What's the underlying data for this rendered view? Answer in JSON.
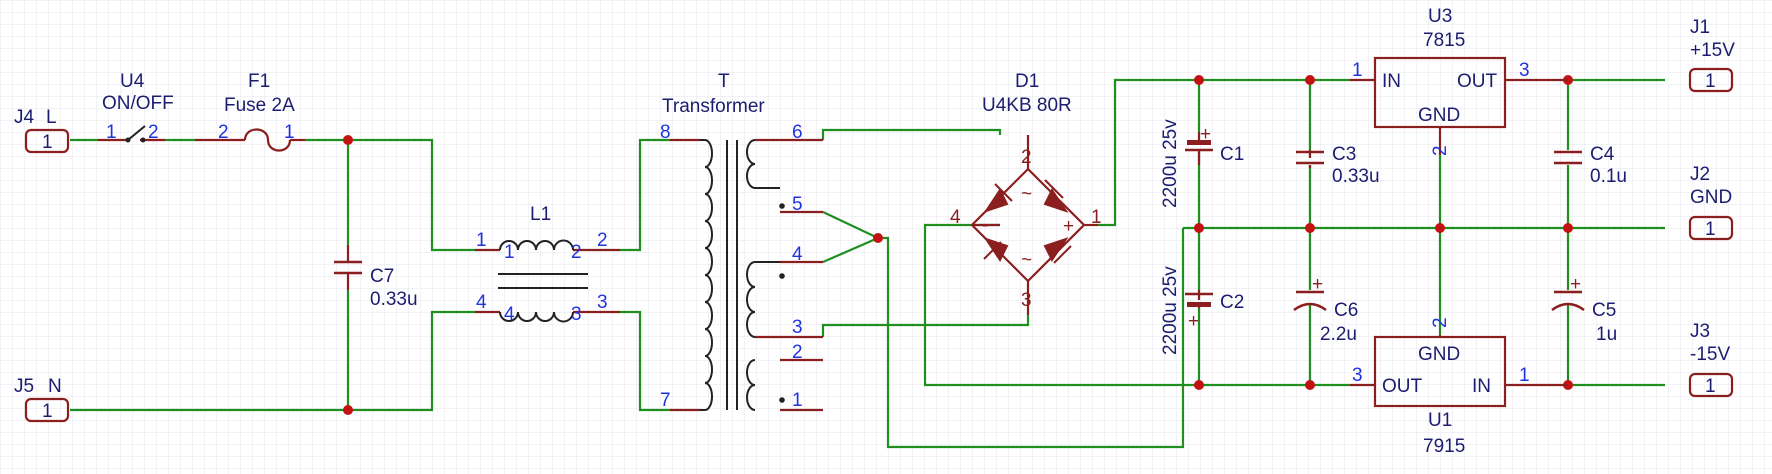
{
  "schematic": {
    "connectors": {
      "J4": {
        "ref": "J4",
        "value": "L",
        "pin": "1"
      },
      "J5": {
        "ref": "J5",
        "value": "N",
        "pin": "1"
      },
      "J1": {
        "ref": "J1",
        "value": "+15V",
        "pin": "1"
      },
      "J2": {
        "ref": "J2",
        "value": "GND",
        "pin": "1"
      },
      "J3": {
        "ref": "J3",
        "value": "-15V",
        "pin": "1"
      }
    },
    "switch": {
      "ref": "U4",
      "value": "ON/OFF",
      "pin1": "1",
      "pin2": "2"
    },
    "fuse": {
      "ref": "F1",
      "value": "Fuse 2A",
      "pin2": "2",
      "pin1": "1"
    },
    "cap_c7": {
      "ref": "C7",
      "value": "0.33u"
    },
    "choke": {
      "ref": "L1",
      "p1_outer": "1",
      "p1_inner": "1",
      "p2_inner": "2",
      "p2_outer": "2",
      "p4_outer": "4",
      "p4_inner": "4",
      "p3_inner": "3",
      "p3_outer": "3"
    },
    "transformer": {
      "ref": "T",
      "value": "Transformer",
      "pin8": "8",
      "pin7": "7",
      "pin6": "6",
      "pin5": "5",
      "pin4": "4",
      "pin3": "3",
      "pin2": "2",
      "pin1": "1"
    },
    "bridge": {
      "ref": "D1",
      "value": "U4KB 80R",
      "pin1": "1",
      "pin2": "2",
      "pin3": "3",
      "pin4": "4",
      "plus": "+",
      "minus": "-",
      "ac": "~"
    },
    "cap_c1": {
      "ref": "C1",
      "value": "2200u 25v"
    },
    "cap_c2": {
      "ref": "C2",
      "value": "2200u 25v"
    },
    "cap_c3": {
      "ref": "C3",
      "value": "0.33u"
    },
    "cap_c4": {
      "ref": "C4",
      "value": "0.1u"
    },
    "cap_c5": {
      "ref": "C5",
      "value": "1u"
    },
    "cap_c6": {
      "ref": "C6",
      "value": "2.2u"
    },
    "reg_u3": {
      "ref": "U3",
      "value": "7815",
      "in": "IN",
      "out": "OUT",
      "gnd": "GND",
      "pin_in": "1",
      "pin_out": "3",
      "pin_gnd": "2"
    },
    "reg_u1": {
      "ref": "U1",
      "value": "7915",
      "in": "IN",
      "out": "OUT",
      "gnd": "GND",
      "pin_in": "1",
      "pin_out": "3",
      "pin_gnd": "2"
    },
    "colors": {
      "wire": "#1f9020",
      "component": "#8b1e1e",
      "pin_number": "#1f33e0",
      "label": "#1c1c70",
      "junction": "#c31212",
      "grid": "#e4e4ec"
    }
  }
}
